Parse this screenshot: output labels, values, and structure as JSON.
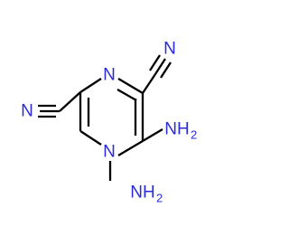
{
  "molecule": {
    "atoms": {
      "ring_n_top": "N",
      "ring_n_bottom": "N",
      "nitrile_n_top": "N",
      "nitrile_n_left": "N",
      "amine_top": "NH",
      "amine_top_sub": "2",
      "amine_bottom": "NH",
      "amine_bottom_sub": "2"
    },
    "colors": {
      "bond": "#000000",
      "nitrogen": "#2b2bd9"
    }
  }
}
